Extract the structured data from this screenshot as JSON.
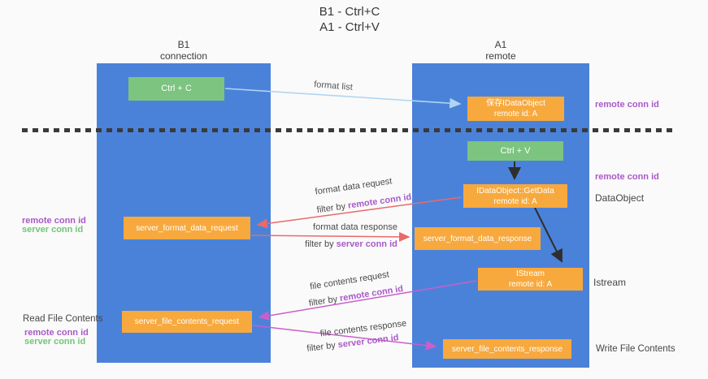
{
  "title": {
    "line1": "B1 - Ctrl+C",
    "line2": "A1 - Ctrl+V"
  },
  "lanes": {
    "left": {
      "title": "B1",
      "subtitle": "connection"
    },
    "right": {
      "title": "A1",
      "subtitle": "remote"
    }
  },
  "nodes": {
    "ctrl_c": {
      "label": "Ctrl + C"
    },
    "save_idataobject": {
      "line1": "保存IDataObject",
      "line2": "remote id: A"
    },
    "ctrl_v": {
      "label": "Ctrl + V"
    },
    "idataobject_getdata": {
      "line1": "IDataObject::GetData",
      "line2": "remote id: A"
    },
    "server_format_data_request": {
      "label": "server_format_data_request"
    },
    "server_format_data_response": {
      "label": "server_format_data_response"
    },
    "istream": {
      "line1": "IStream",
      "line2": "remote id: A"
    },
    "server_file_contents_request": {
      "label": "server_file_contents_request"
    },
    "server_file_contents_response": {
      "label": "server_file_contents_response"
    }
  },
  "edges": {
    "format_list": {
      "label": "format list"
    },
    "format_data_request": {
      "label": "format data request",
      "filter_prefix": "filter by ",
      "filter_key": "remote conn id"
    },
    "format_data_response": {
      "label": "format data response",
      "filter_prefix": "filter by ",
      "filter_key": "server conn id"
    },
    "file_contents_request": {
      "label": "file contents request",
      "filter_prefix": "filter by ",
      "filter_key": "remote conn id"
    },
    "file_contents_response": {
      "label": "file contents response",
      "filter_prefix": "filter by ",
      "filter_key": "server conn id"
    }
  },
  "annotations": {
    "remote_conn_id_top": "remote conn id",
    "remote_conn_id_mid": "remote conn id",
    "dataobject": "DataObject",
    "istream": "Istream",
    "write_file_contents": "Write File Contents",
    "read_file_contents": "Read File Contents",
    "left_format": {
      "remote": "remote conn id",
      "server": "server conn id"
    },
    "left_file": {
      "remote": "remote conn id",
      "server": "server conn id"
    }
  },
  "colors": {
    "lane": "#4b82d9",
    "node_green": "#7cc47f",
    "node_orange": "#f7a93e",
    "purple": "#a85ac8",
    "green_text": "#74c478",
    "arrow_red": "#e96a6a",
    "arrow_magenta": "#c95fcb",
    "arrow_blue": "#aed6f2",
    "arrow_black": "#2e2e2e"
  }
}
